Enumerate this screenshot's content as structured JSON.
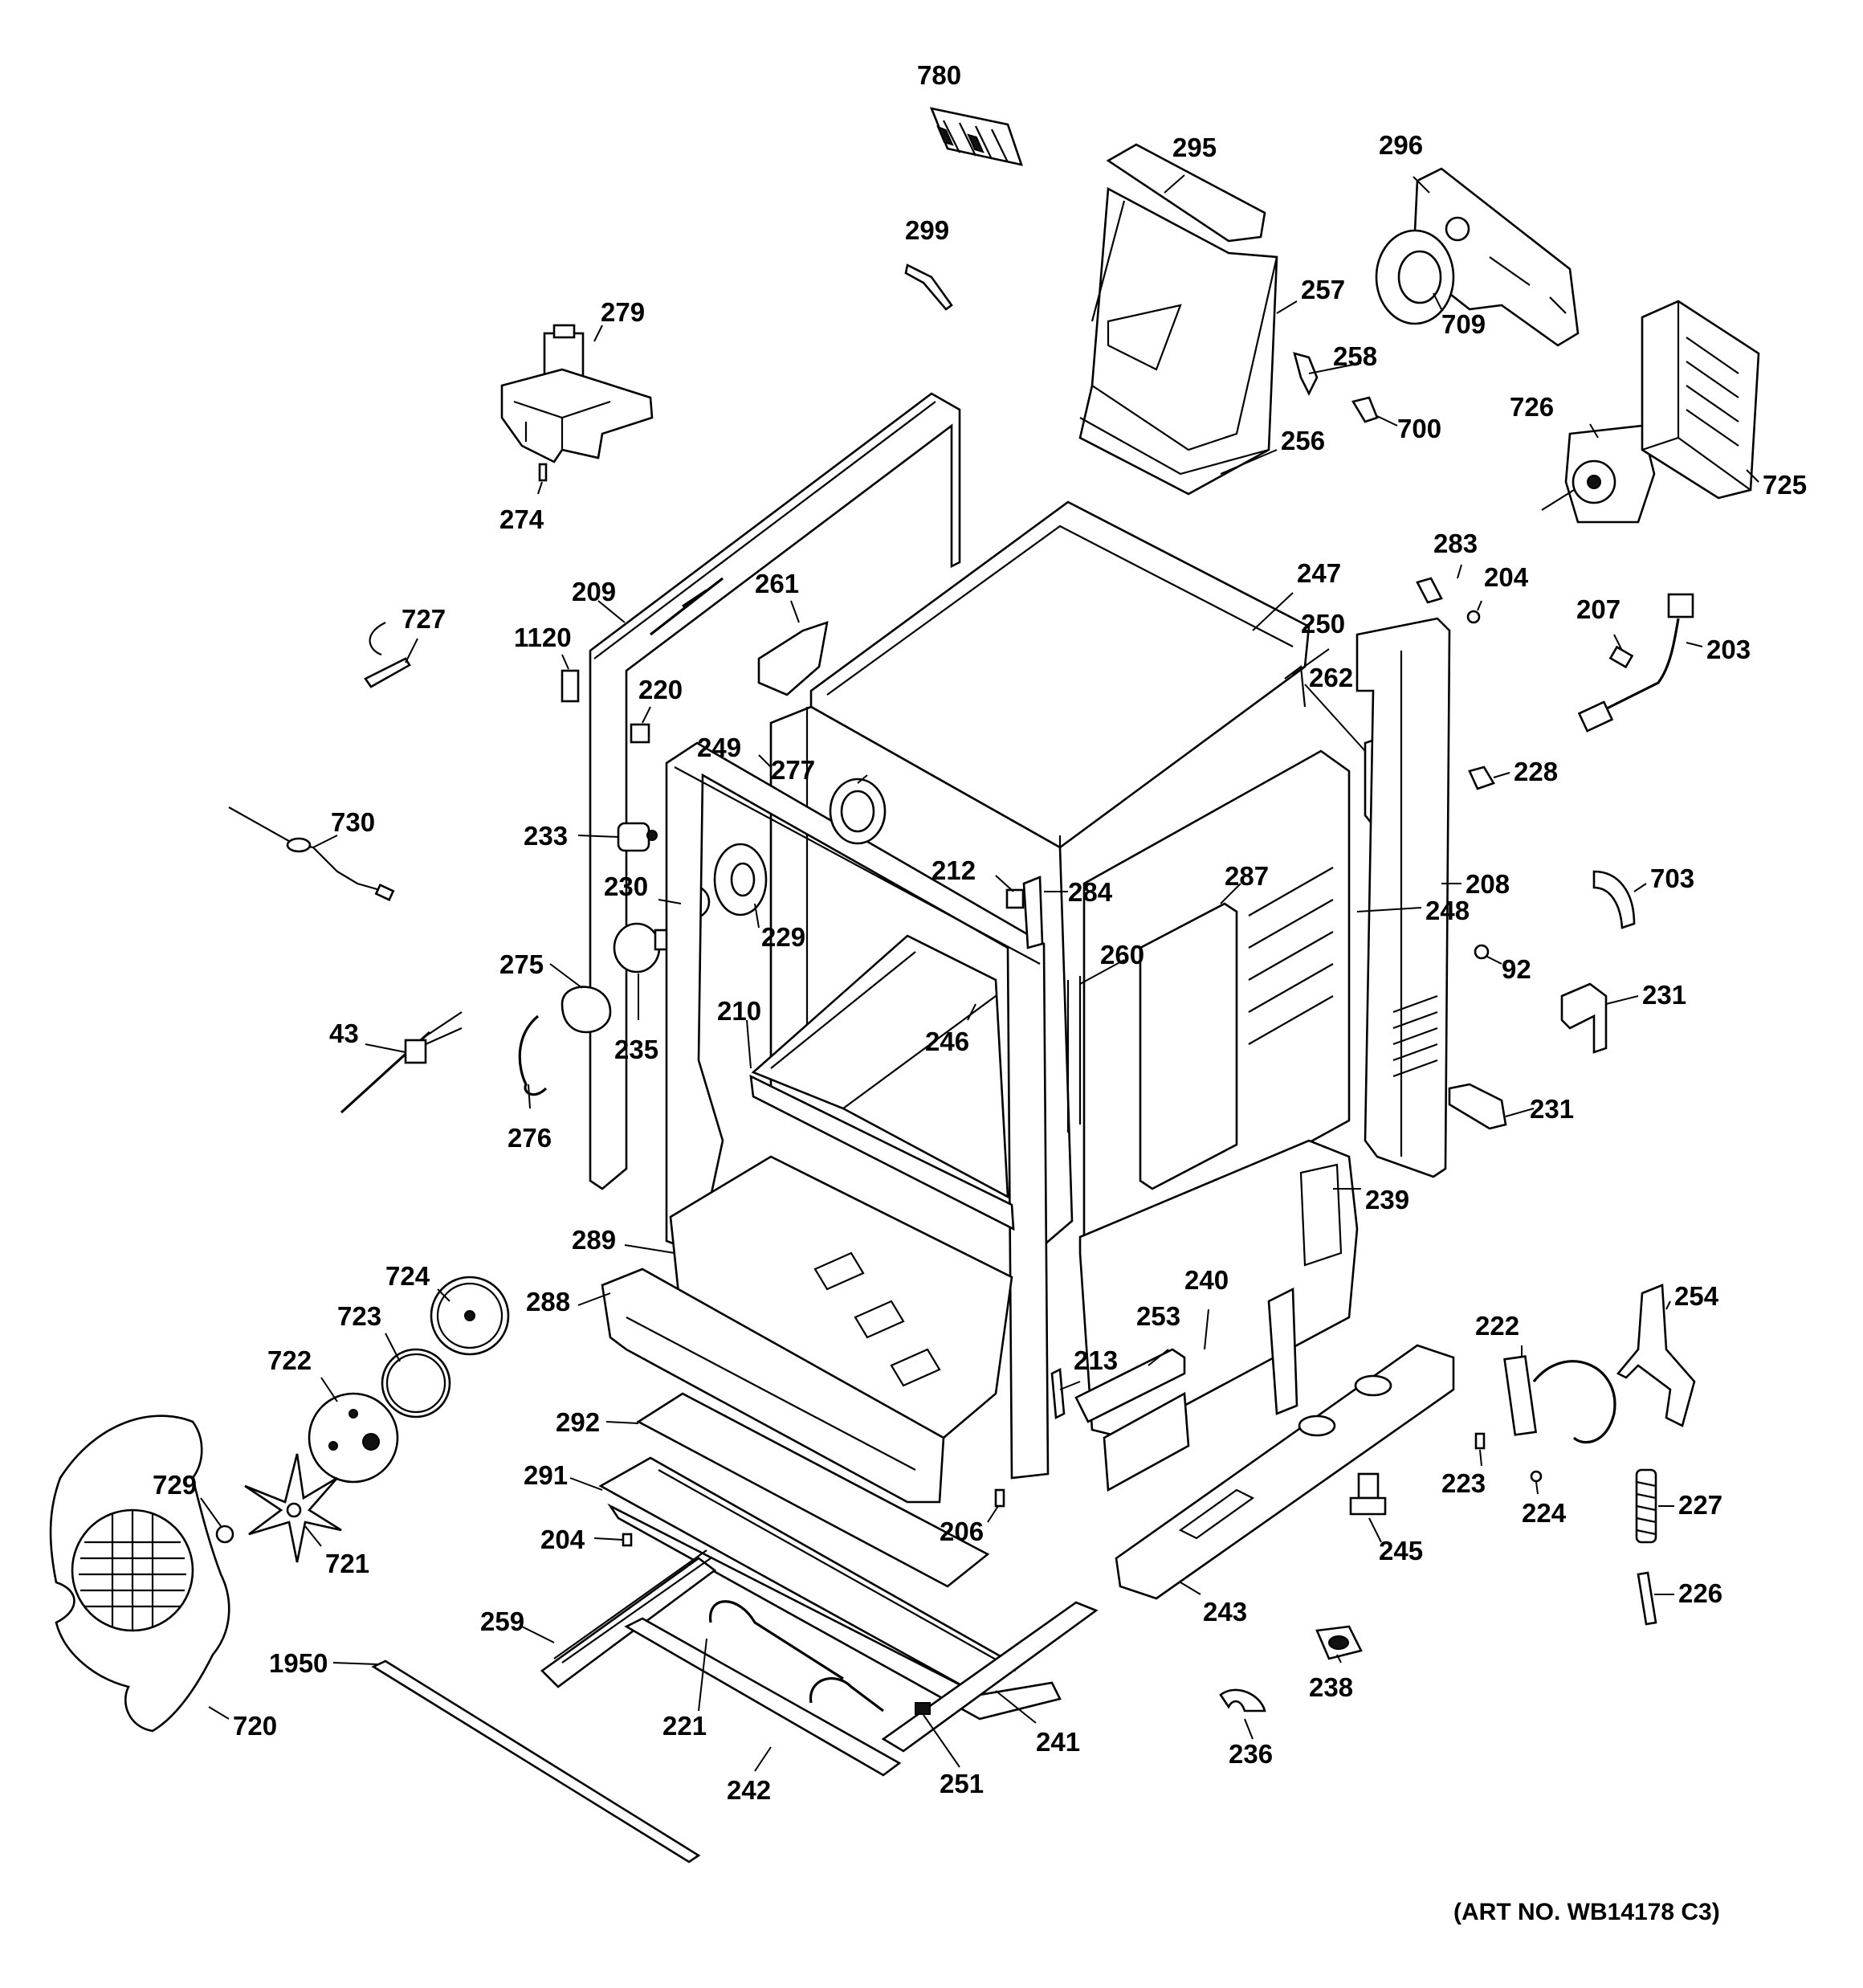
{
  "art_number": "(ART NO. WB14178 C3)",
  "parts": [
    {
      "id": "p780",
      "label": "780"
    },
    {
      "id": "p295",
      "label": "295"
    },
    {
      "id": "p296",
      "label": "296"
    },
    {
      "id": "p299",
      "label": "299"
    },
    {
      "id": "p257",
      "label": "257"
    },
    {
      "id": "p709",
      "label": "709"
    },
    {
      "id": "p279",
      "label": "279"
    },
    {
      "id": "p258",
      "label": "258"
    },
    {
      "id": "p700",
      "label": "700"
    },
    {
      "id": "p726",
      "label": "726"
    },
    {
      "id": "p256",
      "label": "256"
    },
    {
      "id": "p725",
      "label": "725"
    },
    {
      "id": "p274",
      "label": "274"
    },
    {
      "id": "p283",
      "label": "283"
    },
    {
      "id": "p247",
      "label": "247"
    },
    {
      "id": "p204a",
      "label": "204"
    },
    {
      "id": "p261",
      "label": "261"
    },
    {
      "id": "p209",
      "label": "209"
    },
    {
      "id": "p727",
      "label": "727"
    },
    {
      "id": "p250",
      "label": "250"
    },
    {
      "id": "p207",
      "label": "207"
    },
    {
      "id": "p203",
      "label": "203"
    },
    {
      "id": "p1120",
      "label": "1120"
    },
    {
      "id": "p220",
      "label": "220"
    },
    {
      "id": "p262",
      "label": "262"
    },
    {
      "id": "p249",
      "label": "249"
    },
    {
      "id": "p277",
      "label": "277"
    },
    {
      "id": "p228",
      "label": "228"
    },
    {
      "id": "p730",
      "label": "730"
    },
    {
      "id": "p233",
      "label": "233"
    },
    {
      "id": "p212",
      "label": "212"
    },
    {
      "id": "p284",
      "label": "284"
    },
    {
      "id": "p287",
      "label": "287"
    },
    {
      "id": "p208",
      "label": "208"
    },
    {
      "id": "p703",
      "label": "703"
    },
    {
      "id": "p230",
      "label": "230"
    },
    {
      "id": "p248",
      "label": "248"
    },
    {
      "id": "p229",
      "label": "229"
    },
    {
      "id": "p260",
      "label": "260"
    },
    {
      "id": "p275",
      "label": "275"
    },
    {
      "id": "p92",
      "label": "92"
    },
    {
      "id": "p231a",
      "label": "231"
    },
    {
      "id": "p43",
      "label": "43"
    },
    {
      "id": "p210",
      "label": "210"
    },
    {
      "id": "p235",
      "label": "235"
    },
    {
      "id": "p246",
      "label": "246"
    },
    {
      "id": "p231b",
      "label": "231"
    },
    {
      "id": "p276",
      "label": "276"
    },
    {
      "id": "p239",
      "label": "239"
    },
    {
      "id": "p289",
      "label": "289"
    },
    {
      "id": "p724",
      "label": "724"
    },
    {
      "id": "p288",
      "label": "288"
    },
    {
      "id": "p240",
      "label": "240"
    },
    {
      "id": "p254",
      "label": "254"
    },
    {
      "id": "p723",
      "label": "723"
    },
    {
      "id": "p253",
      "label": "253"
    },
    {
      "id": "p222",
      "label": "222"
    },
    {
      "id": "p722",
      "label": "722"
    },
    {
      "id": "p213",
      "label": "213"
    },
    {
      "id": "p292",
      "label": "292"
    },
    {
      "id": "p729",
      "label": "729"
    },
    {
      "id": "p291",
      "label": "291"
    },
    {
      "id": "p223",
      "label": "223"
    },
    {
      "id": "p224",
      "label": "224"
    },
    {
      "id": "p227",
      "label": "227"
    },
    {
      "id": "p721",
      "label": "721"
    },
    {
      "id": "p204b",
      "label": "204"
    },
    {
      "id": "p206",
      "label": "206"
    },
    {
      "id": "p245",
      "label": "245"
    },
    {
      "id": "p259",
      "label": "259"
    },
    {
      "id": "p243",
      "label": "243"
    },
    {
      "id": "p226",
      "label": "226"
    },
    {
      "id": "p1950",
      "label": "1950"
    },
    {
      "id": "p238",
      "label": "238"
    },
    {
      "id": "p720",
      "label": "720"
    },
    {
      "id": "p221",
      "label": "221"
    },
    {
      "id": "p241",
      "label": "241"
    },
    {
      "id": "p236",
      "label": "236"
    },
    {
      "id": "p242",
      "label": "242"
    },
    {
      "id": "p251",
      "label": "251"
    }
  ]
}
